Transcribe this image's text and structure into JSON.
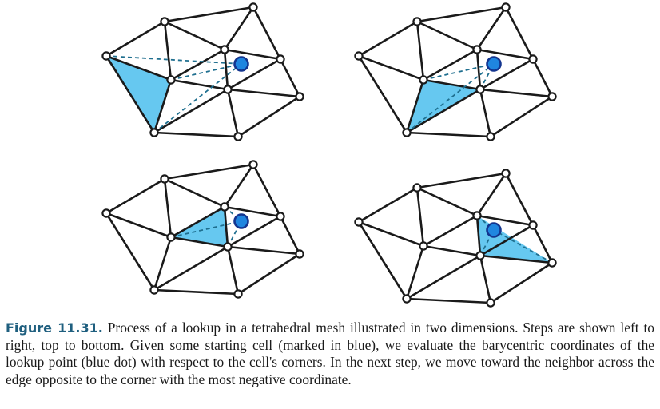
{
  "figure": {
    "label": "Figure 11.31.",
    "caption": "Process of a lookup in a tetrahedral mesh illustrated in two dimensions. Steps are shown left to right, top to bottom. Given some starting cell (marked in blue), we evaluate the barycentric coordinates of the lookup point (blue dot) with respect to the cell's corners. In the next step, we move toward the neighbor across the edge opposite to the corner with the most negative coordinate."
  },
  "colors": {
    "cell_fill": "#66c8f0",
    "lookup_point": "#1f86e0",
    "caption_label": "#1f5f7f"
  },
  "steps": [
    {
      "step": 1,
      "active_cell": [
        0,
        4,
        3
      ]
    },
    {
      "step": 2,
      "active_cell": [
        4,
        3,
        5
      ]
    },
    {
      "step": 3,
      "active_cell": [
        3,
        5,
        6
      ]
    },
    {
      "step": 4,
      "active_cell": [
        5,
        6,
        8
      ]
    }
  ]
}
